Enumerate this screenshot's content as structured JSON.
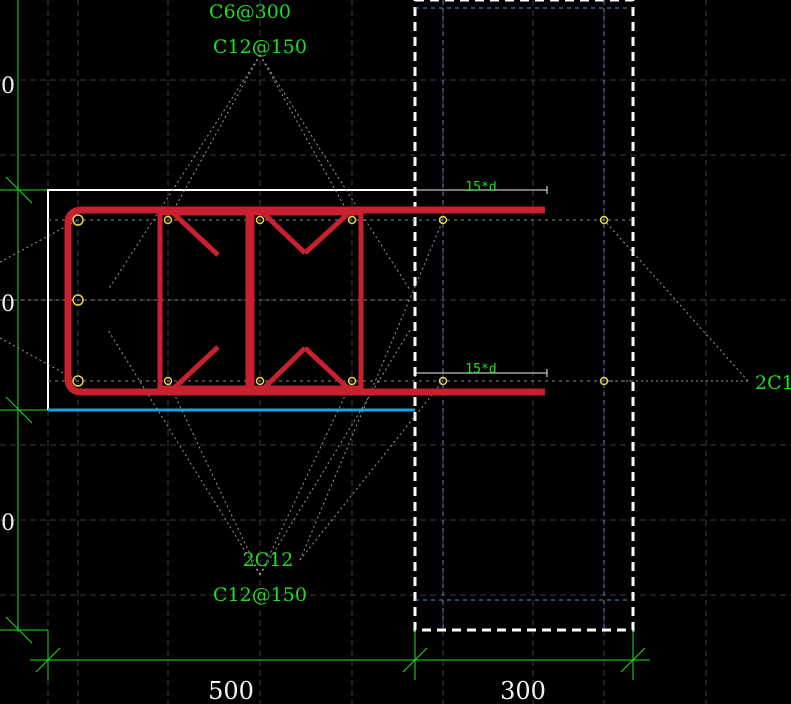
{
  "colors": {
    "background": "#000000",
    "grid": "#3a3a3a",
    "axis": "#2f5f9f",
    "rebar": "#c8202e",
    "bar_node": "#e8d24a",
    "label_green": "#22dd22",
    "dimension_white": "#f2f2f2",
    "leader": "#9a9a9a",
    "beam_outline": "#ffffff",
    "beam_bottom": "#1aa0e0",
    "column_outline": "#ffffff"
  },
  "labels": {
    "top_stirrup": "C6@300",
    "top_main": "C12@150",
    "bottom_bars": "2C12",
    "bottom_main": "C12@150",
    "right_bars": "2C1",
    "anchor_top": "15*d",
    "anchor_bottom": "15*d",
    "left_dim_1": "0",
    "left_dim_2": "0",
    "left_dim_3": "0"
  },
  "dimensions": {
    "width_left": "500",
    "width_right": "300"
  }
}
